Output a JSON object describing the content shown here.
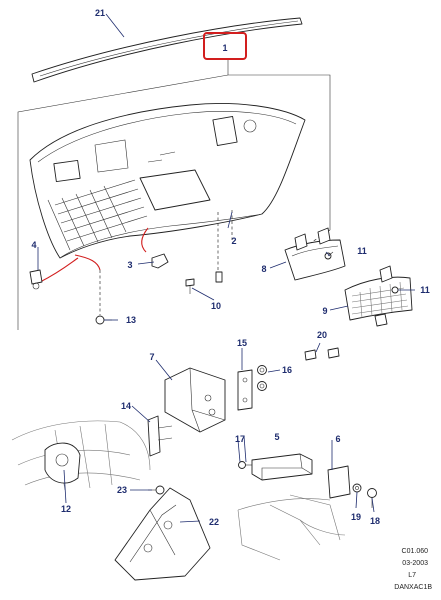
{
  "callouts": {
    "c1": "1",
    "c2": "2",
    "c3": "3",
    "c4": "4",
    "c5": "5",
    "c6": "6",
    "c7": "7",
    "c8": "8",
    "c9": "9",
    "c10": "10",
    "c11a": "11",
    "c11b": "11",
    "c12": "12",
    "c13": "13",
    "c14": "14",
    "c15": "15",
    "c16": "16",
    "c17": "17",
    "c18": "18",
    "c19": "19",
    "c20": "20",
    "c21": "21",
    "c22": "22",
    "c23": "23"
  },
  "footer": {
    "ref": "C01.060",
    "date": "03-2003",
    "code": "L7",
    "id": "DANXAC1B"
  },
  "colors": {
    "callout": "#1e2c6e",
    "highlight": "#d21e1e"
  }
}
